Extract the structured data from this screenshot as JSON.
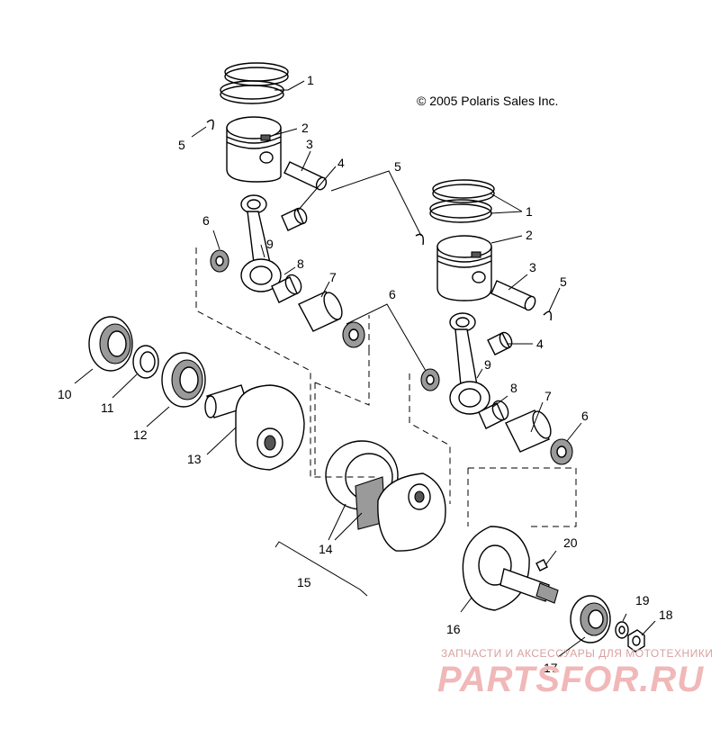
{
  "copyright": "© 2005 Polaris Sales Inc.",
  "watermark": {
    "top": "ЗАПЧАСТИ И АКСЕССУАРЫ ДЛЯ МОТОТЕХНИКИ",
    "logo": "PARTSFOR.RU",
    "color": "#f0b8b8"
  },
  "callouts": {
    "c1a": "1",
    "c2a": "2",
    "c3a": "3",
    "c4a": "4",
    "c5a": "5",
    "c5b": "5",
    "c6a": "6",
    "c8a": "8",
    "c9a": "9",
    "c7a": "7",
    "c6b": "6",
    "c1b": "1",
    "c2b": "2",
    "c3b": "3",
    "c5c": "5",
    "c4b": "4",
    "c9b": "9",
    "c8b": "8",
    "c7b": "7",
    "c6c": "6",
    "c10": "10",
    "c11": "11",
    "c12": "12",
    "c13": "13",
    "c14": "14",
    "c15": "15",
    "c16": "16",
    "c17": "17",
    "c18": "18",
    "c19": "19",
    "c20": "20"
  }
}
